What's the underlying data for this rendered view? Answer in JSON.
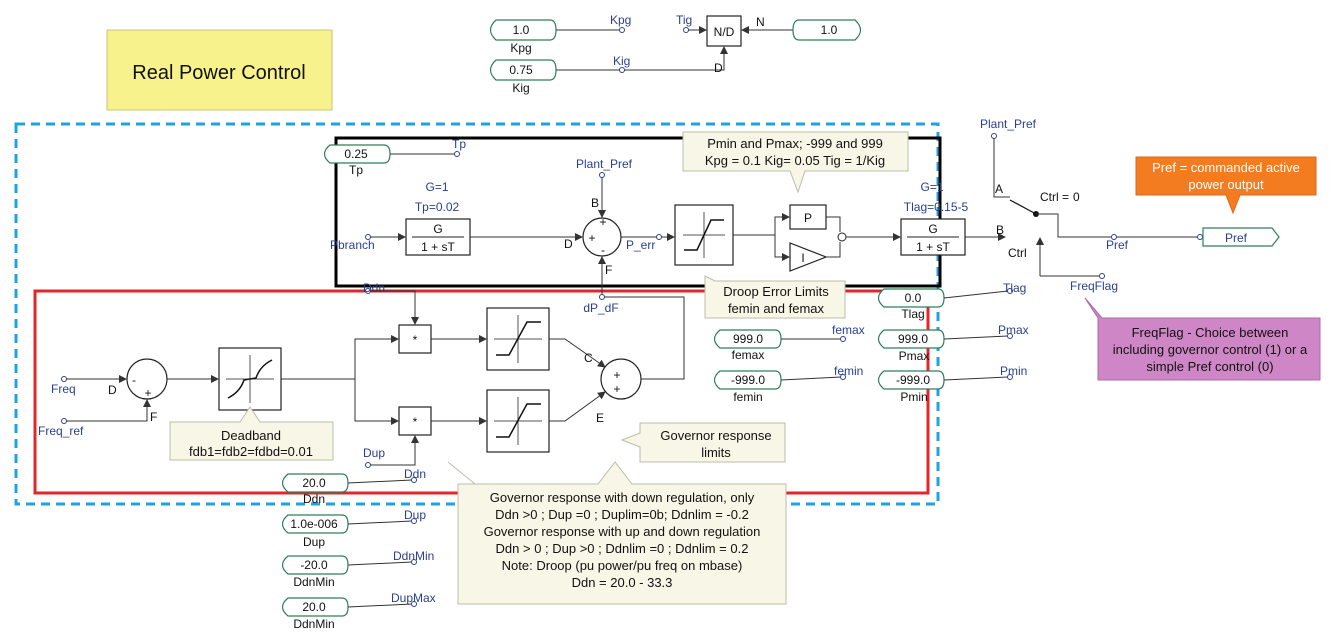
{
  "title": "Real Power Control",
  "params": {
    "kpg": {
      "value": "1.0",
      "name": "Kpg",
      "tag": "Kpg"
    },
    "kig": {
      "value": "0.75",
      "name": "Kig",
      "tag": "Kig"
    },
    "n_const": {
      "value": "1.0"
    },
    "tp": {
      "value": "0.25",
      "name": "Tp",
      "tag": "Tp"
    },
    "tlag": {
      "value": "0.0",
      "name": "Tlag",
      "tag": "Tlag"
    },
    "femax": {
      "value": "999.0",
      "name": "femax",
      "tag": "femax"
    },
    "pmax": {
      "value": "999.0",
      "name": "Pmax",
      "tag": "Pmax"
    },
    "femin": {
      "value": "-999.0",
      "name": "femin",
      "tag": "femin"
    },
    "pmin": {
      "value": "-999.0",
      "name": "Pmin",
      "tag": "Pmin"
    },
    "ddn": {
      "value": "20.0",
      "name": "Ddn",
      "tag": "Ddn"
    },
    "dup": {
      "value": "1.0e-006",
      "name": "Dup",
      "tag": "Dup"
    },
    "ddnmin": {
      "value": "-20.0",
      "name": "DdnMin",
      "tag": "DdnMin"
    },
    "dupmax": {
      "value": "20.0",
      "name": "DdnMin",
      "tag": "DupMax"
    }
  },
  "blocks": {
    "nd": "N/D",
    "lag1_num": "G",
    "lag1_den": "1 + sT",
    "lag1_g": "G=1",
    "lag1_tp": "Tp=0.02",
    "lag2_num": "G",
    "lag2_den": "1 + sT",
    "lag2_g": "G=1",
    "lag2_tlag": "Tlag=0.15-5",
    "p_block": "P",
    "i_block": "I",
    "mult": "*"
  },
  "signals": {
    "tig": "Tig",
    "n": "N",
    "d": "D",
    "plant_pref_top": "Plant_Pref",
    "plant_pref": "Plant_Pref",
    "pbranch": "Pbranch",
    "p_err": "P_err",
    "dp_df": "dP_dF",
    "ddn_in": "Ddn",
    "dup_in": "Dup",
    "freq": "Freq",
    "freq_ref": "Freq_ref",
    "pref_wire": "Pref",
    "pref_out": "Pref",
    "freqflag": "FreqFlag",
    "ctrl_label": "Ctrl",
    "ctrl_eq": "Ctrl =",
    "ctrl_val": "0",
    "port_a": "A",
    "port_b": "B",
    "port_c": "C",
    "port_d": "D",
    "port_e": "E",
    "port_f": "F",
    "plus": "+",
    "minus": "-"
  },
  "notes": {
    "pmin_pmax": [
      "Pmin and Pmax; -999  and 999",
      "Kpg = 0.1  Kig= 0.05  Tig = 1/Kig"
    ],
    "pref_cmd": [
      "Pref = commanded active",
      "power output"
    ],
    "droop_limits": [
      "Droop Error Limits",
      "femin and femax"
    ],
    "freqflag": [
      "FreqFlag - Choice between",
      "including governor control (1) or a",
      "simple Pref control (0)"
    ],
    "deadband": [
      "Deadband",
      "fdb1=fdb2=fdbd=0.01"
    ],
    "gov_limits": [
      "Governor response",
      "limits"
    ],
    "gov_response": [
      "Governor response with down regulation, only",
      "Ddn >0 ;  Dup =0 ; Duplim=0b; Ddnlim = -0.2",
      "Governor response with up and down regulation",
      "Ddn > 0 ; Dup >0 ; Ddnlim =0 ; Ddnlim = 0.2",
      "Note: Droop (pu power/pu freq on mbase)",
      "Ddn = 20.0 - 33.3"
    ]
  },
  "colors": {
    "title_bg": "#f7f28c",
    "dashed_frame": "#1ea3e0",
    "black_frame": "#000000",
    "red_frame": "#e3262b",
    "orange_note": "#f47c20",
    "pink_note": "#cf86c6",
    "beige_note": "#f8f6e6",
    "label_blue": "#2a3f8f",
    "pill_border": "#2e7d5b"
  }
}
